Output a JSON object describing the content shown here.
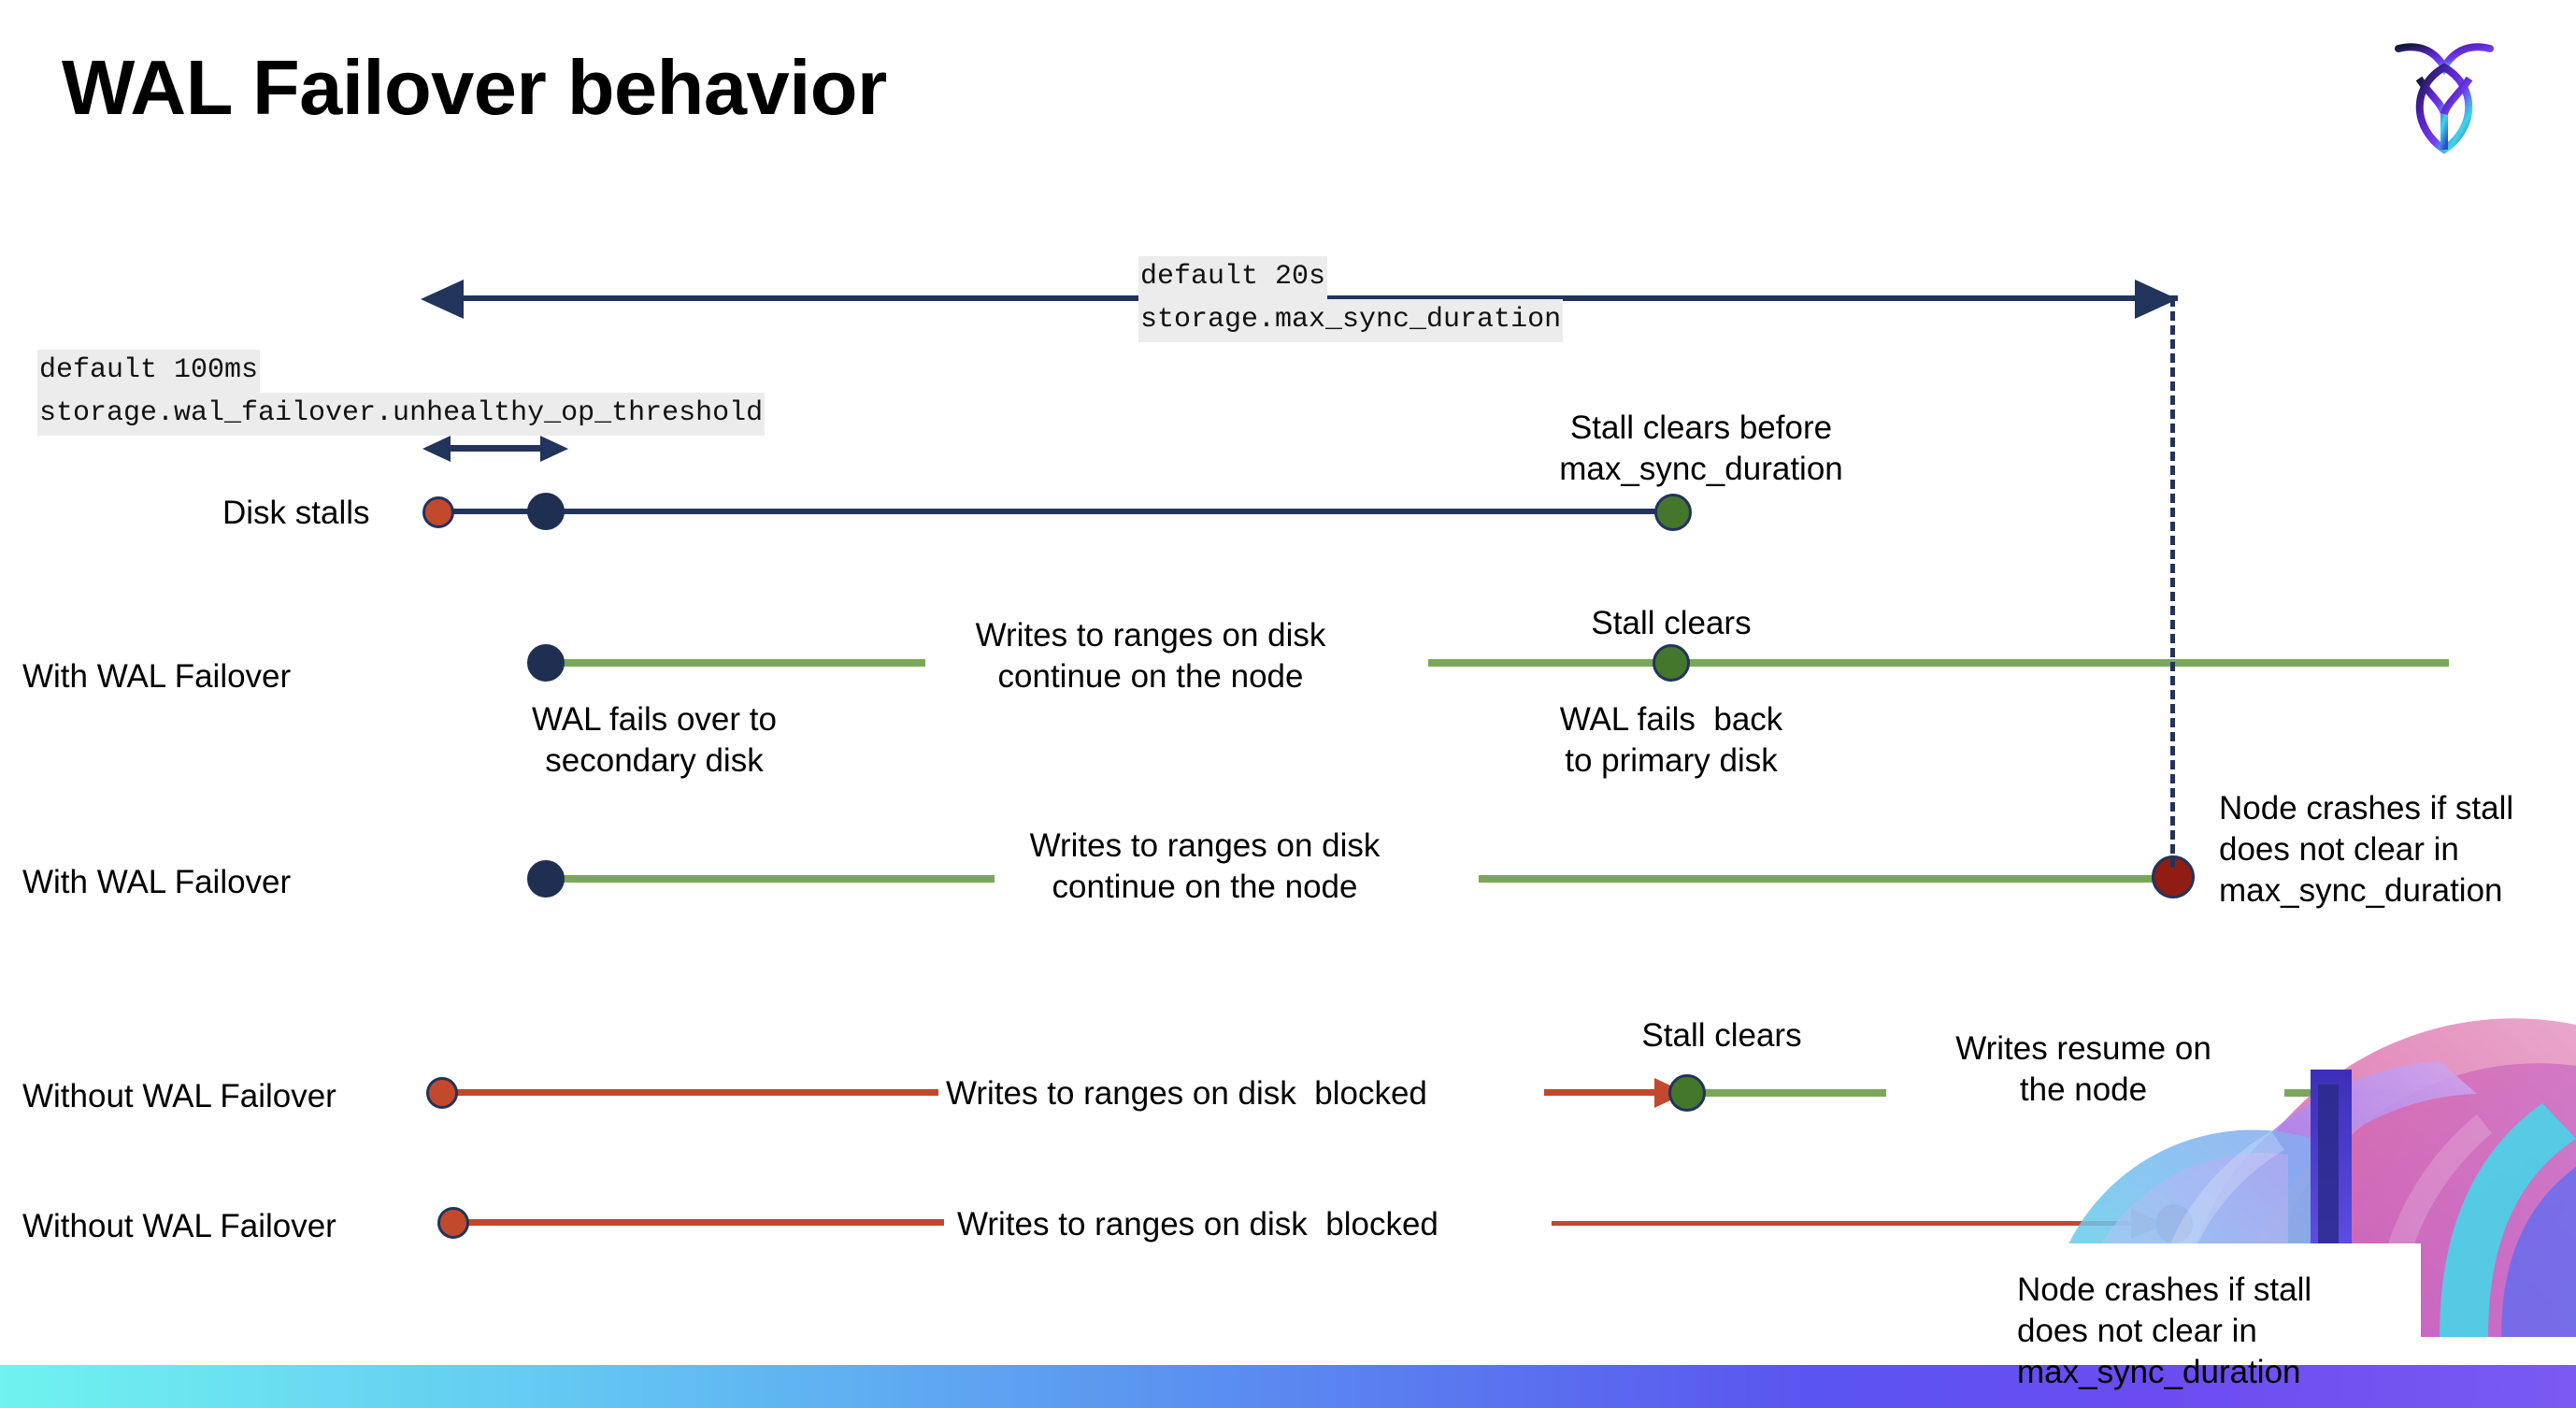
{
  "slide": {
    "title": "WAL Failover behavior",
    "logo_name": "cockroachdb-logo"
  },
  "callouts": {
    "max_sync_duration": {
      "line1": "default 20s",
      "line2": "storage.max_sync_duration"
    },
    "unhealthy_op_threshold": {
      "line1": "default 100ms",
      "line2": "storage.wal_failover.unhealthy_op_threshold"
    }
  },
  "rows": [
    {
      "id": "disk-stalls",
      "label": "Disk stalls",
      "annotation": "Stall clears before\nmax_sync_duration"
    },
    {
      "id": "with-wal-failover-clears",
      "label": "With WAL Failover",
      "below_start": "WAL fails over to\nsecondary disk",
      "mid": "Writes to ranges on disk\ncontinue on the node",
      "above_clear": "Stall clears",
      "below_clear": "WAL fails  back\nto primary disk"
    },
    {
      "id": "with-wal-failover-crash",
      "label": "With WAL Failover",
      "mid": "Writes to ranges on disk\ncontinue on the node",
      "crash": "Node crashes if stall\ndoes not clear in\nmax_sync_duration"
    },
    {
      "id": "without-wal-failover-clears",
      "label": "Without WAL Failover",
      "mid": "Writes to ranges on disk  blocked",
      "above_clear": "Stall clears",
      "resume": "Writes resume on\nthe node"
    },
    {
      "id": "without-wal-failover-crash",
      "label": "Without WAL Failover",
      "mid": "Writes to ranges on disk  blocked",
      "crash": "Node crashes if stall\ndoes not clear in\nmax_sync_duration"
    }
  ],
  "colors": {
    "navy": "#22335c",
    "green": "#7ba75a",
    "green_dot": "#44762c",
    "red": "#c2492c",
    "dark_red": "#8f1d13",
    "code_bg": "#ececec"
  }
}
